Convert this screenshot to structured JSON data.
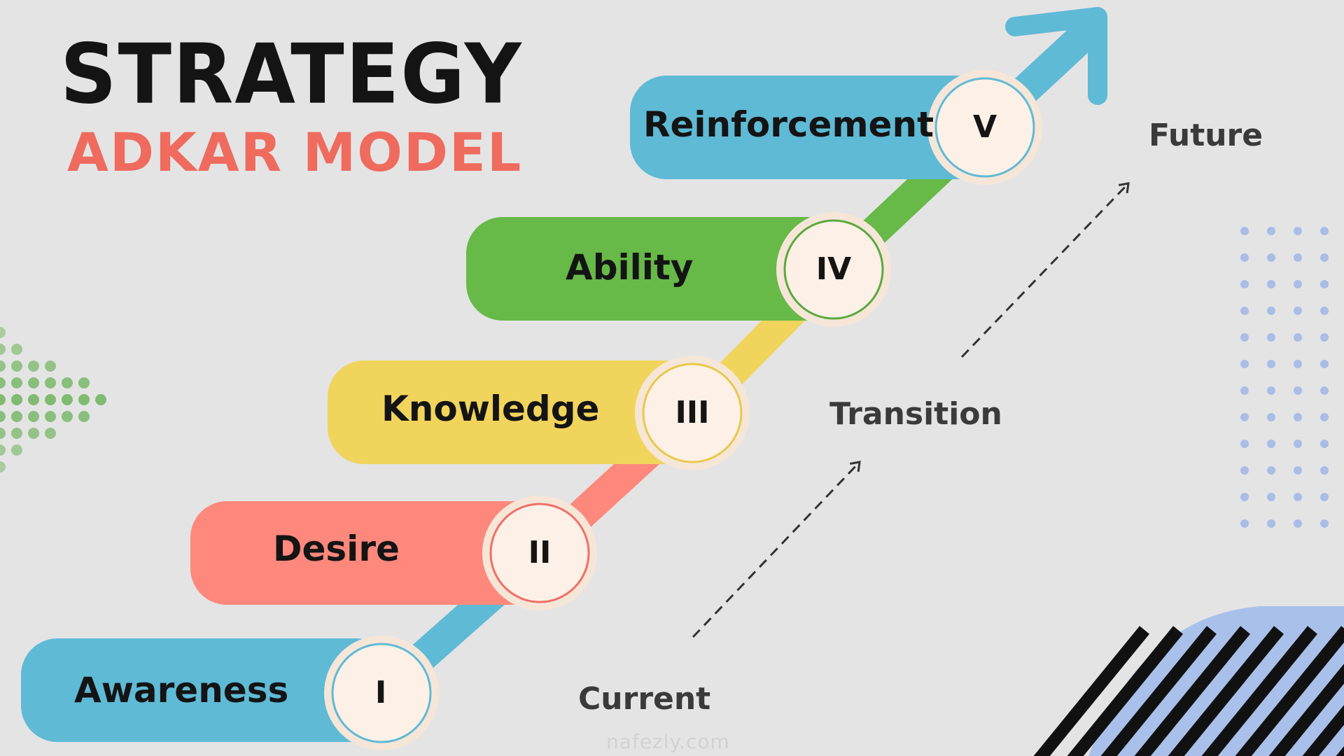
{
  "title": "STRATEGY",
  "subtitle": "ADKAR MODEL",
  "steps": [
    {
      "label": "Awareness",
      "numeral": "I",
      "color": "#5fbad6",
      "ring": "#5fbad6"
    },
    {
      "label": "Desire",
      "numeral": "II",
      "color": "#fd887b",
      "ring": "#f16f66"
    },
    {
      "label": "Knowledge",
      "numeral": "III",
      "color": "#f1d45c",
      "ring": "#e9c94a"
    },
    {
      "label": "Ability",
      "numeral": "IV",
      "color": "#67b948",
      "ring": "#5aa93e"
    },
    {
      "label": "Reinforcement",
      "numeral": "V",
      "color": "#5fbad6",
      "ring": "#5fbad6"
    }
  ],
  "stages": {
    "current": "Current",
    "transition": "Transition",
    "future": "Future"
  },
  "watermark": "nafezly.com",
  "colors": {
    "background": "#e4e4e4",
    "badge_fill": "#fdf0e6",
    "badge_halo": "#f6e6d8",
    "title_red": "#ef6b5e",
    "arrow_blue": "#5fbad6",
    "dot_blue": "#a9bde6",
    "dot_green": "#79b86a",
    "blob_blue": "#a9c1ea",
    "stripe_black": "#111111"
  }
}
